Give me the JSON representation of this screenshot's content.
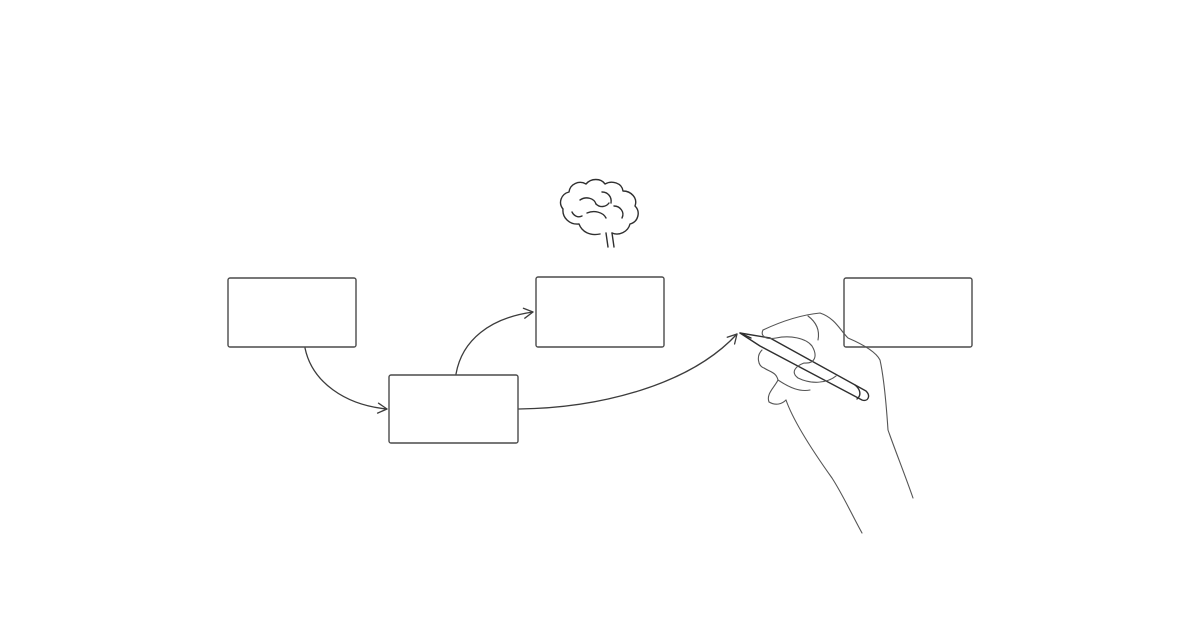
{
  "diagram": {
    "nodes": [
      {
        "id": "box-1",
        "label": ""
      },
      {
        "id": "box-2",
        "label": ""
      },
      {
        "id": "box-3",
        "label": ""
      },
      {
        "id": "box-4",
        "label": ""
      }
    ],
    "edges": [
      {
        "from": "box-1",
        "to": "box-2"
      },
      {
        "from": "box-2",
        "to": "box-3"
      },
      {
        "from": "box-2",
        "to": "pencil-tip"
      }
    ],
    "icons": [
      "brain-icon",
      "hand-with-pencil-icon"
    ],
    "colors": {
      "background": "#ffffff",
      "line": "#3c3c3c"
    }
  }
}
